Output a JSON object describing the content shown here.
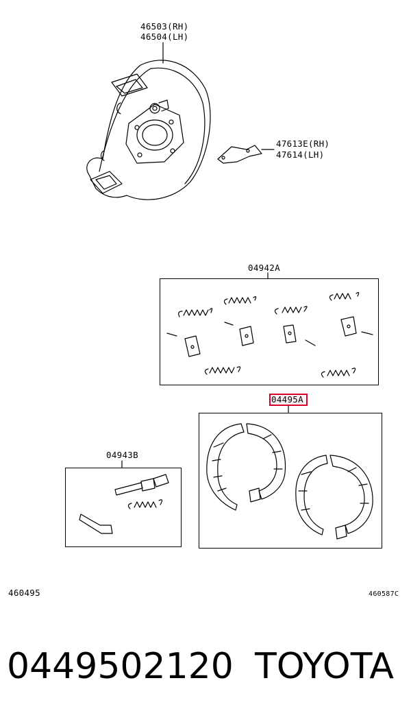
{
  "labels": {
    "backing_plate_rh": "46503(RH)",
    "backing_plate_lh": "46504(LH)",
    "clip_rh": "47613E(RH)",
    "clip_lh": "47614(LH)",
    "spring_kit": "04942A",
    "shoe_kit": "04495A",
    "adjuster_kit": "04943B",
    "ref_left": "460495",
    "ref_right": "460587C"
  },
  "footer": {
    "part_number": "0449502120",
    "brand": "TOYOTA"
  },
  "colors": {
    "highlight": "#d6002a",
    "line": "#000000"
  }
}
